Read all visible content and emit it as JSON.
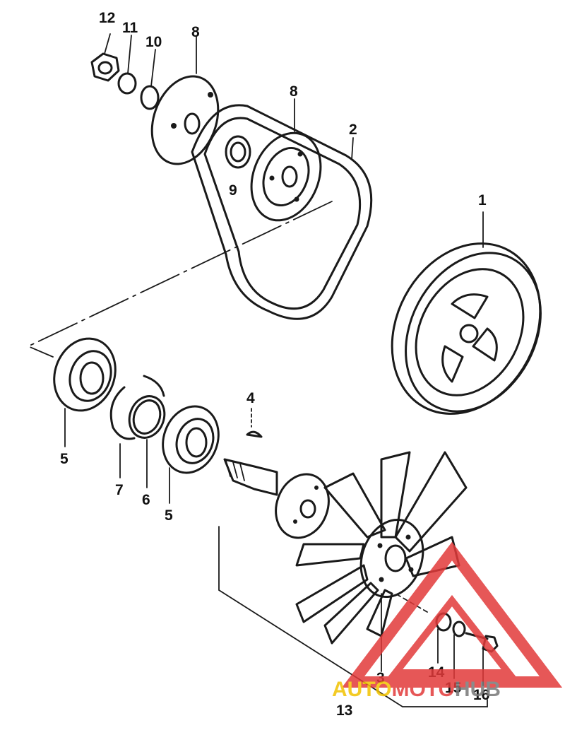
{
  "callouts": {
    "c1": "1",
    "c2": "2",
    "c3": "3",
    "c4": "4",
    "c5a": "5",
    "c5b": "5",
    "c6": "6",
    "c7": "7",
    "c8a": "8",
    "c8b": "8",
    "c9": "9",
    "c10": "10",
    "c11": "11",
    "c12": "12",
    "c13": "13",
    "c14": "14",
    "c15": "15",
    "c16": "16"
  },
  "watermark": {
    "text_part1": "AUTO",
    "text_part2": "MOTO",
    "text_part3": "HUB",
    "color_yellow": "#f2c200",
    "color_red": "#e23a3a",
    "color_gray": "#777777"
  }
}
